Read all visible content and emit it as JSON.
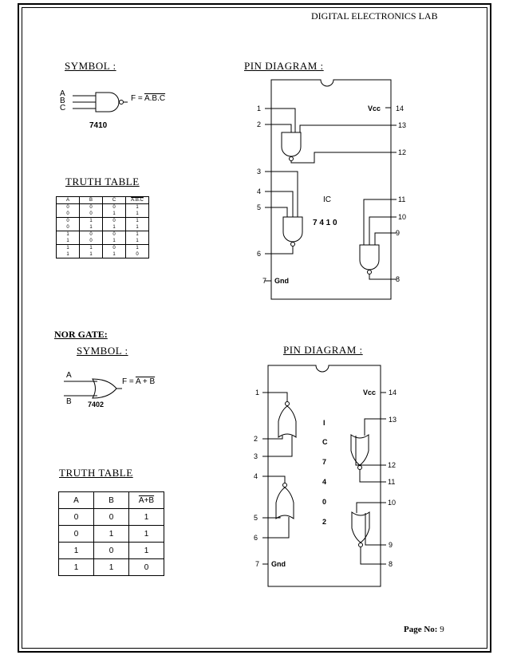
{
  "header": {
    "lab_title": "DIGITAL ELECTRONICS LAB"
  },
  "nand_section": {
    "symbol_heading": "SYMBOL :",
    "inputs": [
      "A",
      "B",
      "C"
    ],
    "output_prefix": "F = ",
    "output_expr": "A.B.C",
    "chip": "7410",
    "truth_table_heading": "TRUTH TABLE",
    "truth_table": {
      "columns": [
        "A",
        "B",
        "C",
        "A.B.C"
      ],
      "rows": [
        [
          "0",
          "0",
          "0",
          "1"
        ],
        [
          "0",
          "0",
          "1",
          "1"
        ],
        [
          "0",
          "1",
          "0",
          "1"
        ],
        [
          "0",
          "1",
          "1",
          "1"
        ],
        [
          "1",
          "0",
          "0",
          "1"
        ],
        [
          "1",
          "0",
          "1",
          "1"
        ],
        [
          "1",
          "1",
          "0",
          "1"
        ],
        [
          "1",
          "1",
          "1",
          "0"
        ]
      ]
    },
    "pin_heading": "PIN DIAGRAM :",
    "ic_label": "IC",
    "ic_number": "7 4 1 0",
    "vcc": "Vcc",
    "gnd": "Gnd",
    "left_pins": [
      "1",
      "2",
      "3",
      "4",
      "5",
      "6",
      "7"
    ],
    "right_pins": [
      "14",
      "13",
      "12",
      "11",
      "10",
      "9",
      "8"
    ]
  },
  "nor_section": {
    "title": "NOR GATE:",
    "symbol_heading": "SYMBOL :",
    "inputs": [
      "A",
      "B"
    ],
    "output_prefix": "F = ",
    "output_expr": "A + B",
    "chip": "7402",
    "truth_table_heading": "TRUTH TABLE",
    "truth_table": {
      "columns": [
        "A",
        "B",
        "A+B"
      ],
      "rows": [
        [
          "0",
          "0",
          "1"
        ],
        [
          "0",
          "1",
          "1"
        ],
        [
          "1",
          "0",
          "1"
        ],
        [
          "1",
          "1",
          "0"
        ]
      ]
    },
    "pin_heading": "PIN DIAGRAM :",
    "ic_letters": [
      "I",
      "C",
      "7",
      "4",
      "0",
      "2"
    ],
    "vcc": "Vcc",
    "gnd": "Gnd",
    "left_pins": [
      "1",
      "2",
      "3",
      "4",
      "5",
      "6",
      "7"
    ],
    "right_pins": [
      "14",
      "13",
      "12",
      "11",
      "10",
      "9",
      "8"
    ]
  },
  "footer": {
    "page_label": "Page No:",
    "page_number": "9"
  }
}
